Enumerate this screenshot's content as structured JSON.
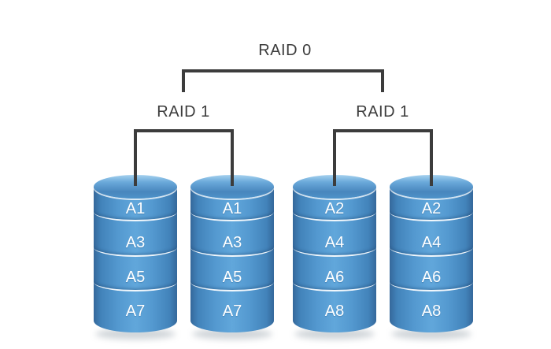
{
  "diagram": {
    "type": "raid-10-tree",
    "root_label": "RAID 0",
    "groups": [
      {
        "label": "RAID 1",
        "disks": [
          {
            "blocks": [
              "A1",
              "A3",
              "A5",
              "A7"
            ]
          },
          {
            "blocks": [
              "A1",
              "A3",
              "A5",
              "A7"
            ]
          }
        ]
      },
      {
        "label": "RAID 1",
        "disks": [
          {
            "blocks": [
              "A2",
              "A4",
              "A6",
              "A8"
            ]
          },
          {
            "blocks": [
              "A2",
              "A4",
              "A6",
              "A8"
            ]
          }
        ]
      }
    ],
    "colors": {
      "connector_line": "#3c3c3c",
      "label_text": "#3c3c3c",
      "disk_fill": "#5499d0",
      "disk_edge": "#35689b",
      "disk_top_highlight": "#a6d2ef",
      "block_text": "#ffffff"
    }
  }
}
